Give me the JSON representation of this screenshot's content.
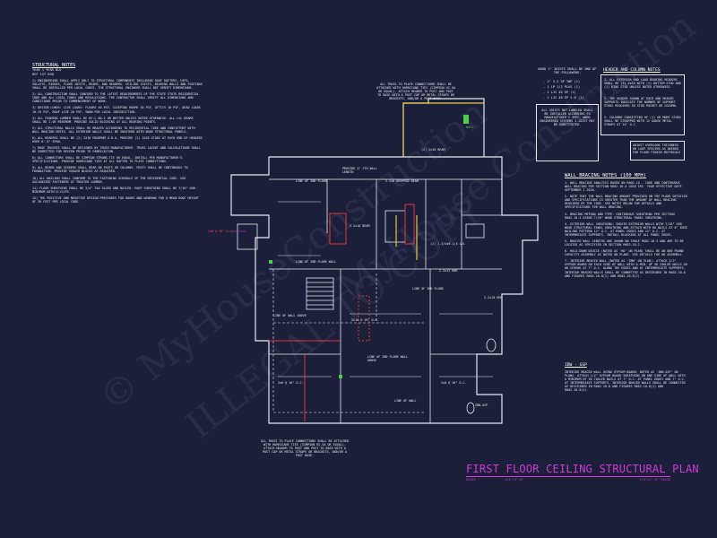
{
  "structural_notes": {
    "title": "STRUCTURAL NOTES",
    "subtitle1": "YEAR 1 YEAR BLD",
    "subtitle2": "REF 1ST DSN",
    "paragraphs": [
      "1) ENGINEERING SHALL APPLY ONLY TO STRUCTURAL COMPONENTS INCLUDING ROOF RAFTERS, HIPS, VALLEYS, RIDGES, FLOOR JOISTS, BEAMS, AND HEADERS. CEILING JOISTS, BEARING WALLS AND FOOTINGS SHALL BE INSTALLED PER LOCAL CODES. THE STRUCTURAL ENGINEER SHALL NOT VERIFY DIMENSIONS.",
      "2) ALL CONSTRUCTION SHALL CONFORM TO THE LATEST REQUIREMENTS OF THE STATE STATE RESIDENTIAL CODE AND ALL LOCAL CODES AND REGULATIONS. THE CONTRACTOR SHALL VERIFY ALL DIMENSIONS AND CONDITIONS PRIOR TO COMMENCEMENT OF WORK.",
      "3) DESIGN LOADS: LIVE LOADS: FLOORS 40 PSF, SLEEPING ROOMS 30 PSF, ATTICS 10 PSF, DEAD LOADS 10-15 PSF, ROOF LIVE 20 PSF, SNOW PER LOCAL JURISDICTION.",
      "4) ALL FRAMING LUMBER SHALL BE DF-L NO.2 OR BETTER UNLESS NOTED OTHERWISE. ALL LVL BEAMS SHALL BE 2.0E MINIMUM. PROVIDE SOLID BLOCKING AT ALL BEARING POINTS.",
      "5) ALL STRUCTURAL WALLS SHALL BE BRACED ACCORDING TO RESIDENTIAL CODE AND CONSISTENT WITH WALL BRACING NOTES. ALL EXTERIOR WALLS SHALL BE SHEATHED WITH WOOD STRUCTURAL PANELS.",
      "6) ALL HEADERS SHALL BE (2) 2X10 MINIMUM U.N.O. PROVIDE (2) JACK STUDS AT EACH END OF HEADERS OVER 6'-0\" SPAN.",
      "7) ROOF TRUSSES SHALL BE DESIGNED BY TRUSS MANUFACTURER. TRUSS LAYOUT AND CALCULATIONS SHALL BE SUBMITTED FOR REVIEW PRIOR TO FABRICATION.",
      "8) ALL CONNECTORS SHALL BE SIMPSON STRONG-TIE OR EQUAL. INSTALL PER MANUFACTURER'S SPECIFICATIONS. PROVIDE HURRICANE TIES AT ALL RAFTER TO PLATE CONNECTIONS.",
      "9) ALL BEAMS AND GIRDERS SHALL BEAR ON POSTS OR COLUMNS. POSTS SHALL BE CONTINUOUS TO FOUNDATION. PROVIDE SQUASH BLOCKS AS REQUIRED.",
      "10) ALL NAILING SHALL CONFORM TO THE FASTENING SCHEDULE OF THE RESIDENTIAL CODE. USE GALVANIZED FASTENERS AT TREATED LUMBER.",
      "11) FLOOR SHEATHING SHALL BE 3/4\" T&G GLUED AND NAILED. ROOF SHEATHING SHALL BE 7/16\" OSB MINIMUM WITH H-CLIPS.",
      "12) THE POSITIVE AND NEGATIVE DESIGN PRESSURES FOR DOORS AND WINDOWS FOR A MEAN ROOF HEIGHT OF 30 FEET PER LOCAL CODE."
    ]
  },
  "lintel_notes": {
    "title": "WOOD 1\" JOISTS SHALL BE ONE OF THE FOLLOWING:",
    "lines": [
      "- 1\" 2-2 3P TWP (1)",
      "- 1 LP 1/2 PLUS (1)",
      "- 1 LJI 40 EP (1)",
      "- 1 LJI 40 EP 2.8 (1)"
    ],
    "box_text": "ALL JOISTS NOT LABELED SHALL BE INSTALLED ACCORDING TO MANUFACTURER'S SPEC. WOOD ENGINEERED SYSTEMS I-JOIST MAY BE SUBSTITUTED."
  },
  "header_notes": {
    "title": "HEADER AND COLUMN NOTES",
    "lines": [
      "1. ALL EXTERIOR AND LOAD BEARING HEADERS SHALL BE (3) 2x10 WITH (1) BOTTOM STUD AND (1) KING STUD UNLESS NOTED OTHERWISE.",
      "2. THE HEADER SHOWN AT EACH AND HEADER SUPPORTS INDICATE THE NUMBER OF SUPPORT STUDS REQUIRED IN STUD POCKET OR COLUMN.",
      "3. COLUMNS CONSISTING OF (1) OR MORE STUDS SHALL BE STRAPPED WITH 12 GAUGE METAL STRAPS AT 24\" O.C."
    ]
  },
  "adjust_note": "ADJUST OVERLOOK THICKNESS OR LOOP SPACING AS NEEDED FOR FLOOR FINISH MATERIALS",
  "wall_bracing": {
    "title": "WALL BRACING NOTES (100 MPH)",
    "lines": [
      "1. WALL BRACING ANALYSIS BASED ON R602.10 - CODE AND CONTINUOUS WALL BRACING PER SECTION R602.10.4 2018 IRC. YEAR EFFECTIVE DATE SEPTEMBER 1 2020.",
      "2. NOTE THAT THE WALL BRACING AMOUNT PROVIDED ON THE PLANS DETAILED AND SPECIFICATIONS IS GREATER THAN THE AMOUNT OF WALL BRACING REQUIRED BY THE CODE. SEE NOTES BELOW FOR DETAILS AND SPECIFICATIONS FOR WALL BRACING.",
      "3. BRACING METHOD AND TYPE: CONTINUOUS SHEATHING PER SECTION R602.10.4 USING 7/16\" WOOD STRUCTURAL PANEL SHEATHING.",
      "4. EXTERIOR WALL SHEATHING: SHEATH EXTERIOR WALLS WITH 7/16\" OSB WOOD STRUCTURAL PANEL SHEATHING AND ATTACH WITH 8d NAILS AT 6\" EDGE NAILING PATTERN 12\" O.C. AT PANEL EDGES AND 12\" O.C. AT INTERMEDIATE SUPPORTS. INSTALL BLOCKING AT ALL PANEL EDGES.",
      "5. BRACED WALL LENGTHS ARE SHOWN ON TABLE R602.10.3 AND ARE TO BE LOCATED AS SPECIFIED IN SECTION R602.10.2.",
      "6. HOLD-DOWN DEVICE (NOTED AS 'HD' ON PLAN) SHALL BE AN 800 POUND CAPACITY ASSEMBLY AS NOTED ON PLANS. SEE DETAILS FOR HD ASSEMBLY.",
      "7. INTERIOR BRACED WALL (NOTED AS 'IBW' ON PLAN): ATTACH 1/2\" GYPSUM BOARD ON EACH SIDE OF WALL WITH A MIN. OF 5D COOLER NAILS OR #6 SCREWS AT 7\" O.C. ALONG THE EDGES AND AT INTERMEDIATE SUPPORTS. INTERIOR BRACED WALLS SHALL BE CONNECTED AS DESCRIBED IN R602.10.8 AND FIGURES R602.10.8(1) AND R602.10.8(2)."
    ],
    "ibw_title": "IBW - GSP",
    "ibw_text": "INTERIOR BRACED WALL USING GYPSUM BOARD: NOTED AS 'IBW-GSP' ON PLANS. ATTACH 1/2\" GYPSUM BOARD SHEATHING ON ONE SIDE OF WALL WITH A MINIMUM OF 5D COOLER NAILS AT 7\" O.C. AT PANEL EDGES AND 7\" O.C. AT INTERMEDIATE SUPPORTS. INTERIOR BRACED WALLS SHALL BE CONNECTED AS DESCRIBED IN R602.10.8 AND FIGURES R602.10.8(1) AND R602.10.8(2)."
  },
  "plan_notes": {
    "top": "ALL TRUSS TO PLATE CONNECTIONS SHALL BE ATTACHED WITH HURRICANE TIES (SIMPSON H2.5A OR EQUAL). ATTACH HEADER TO POST AND POST TO BASE WITH A POST CAP OR METAL STRAPS OR BRACKETS, AND/OR A POST BASE.",
    "bottom": "ALL TRUSS TO PLATE CONNECTIONS SHALL BE ATTACHED WITH HURRICANE TIES (SIMPSON H2.5A OR EQUAL). ATTACH HEADER TO POST AND POST TO BASE WITH A POST CAP OR METAL STRAPS OR BRACKETS, AND/OR A POST BASE.",
    "labels": [
      {
        "text": "2x6 @ 16\" O.C.",
        "color": "#ff4040"
      },
      {
        "text": "LINE OF 2ND FLOOR",
        "color": "#e8e8f0"
      },
      {
        "text": "PROVIDE 4\" FTH WALL LENGTH",
        "color": "#e8e8f0"
      },
      {
        "text": "2-2x6 DROPPED BEAM",
        "color": "#e8e8f0"
      },
      {
        "text": "(2) 1-3/4x9-1/4 LVL",
        "color": "#e8e8f0"
      },
      {
        "text": "LINE OF 2ND FLOOR WALL",
        "color": "#e8e8f0"
      },
      {
        "text": "LINE OF 2ND FLOOR WALL ABOVE",
        "color": "#e8e8f0"
      },
      {
        "text": "2x10 @ 16\" O.C.",
        "color": "#e8e8f0"
      },
      {
        "text": "2x6 @ 16\" O.C.",
        "color": "#e8e8f0"
      },
      {
        "text": "2-2x12 HDR",
        "color": "#e8e8f0"
      },
      {
        "text": "2x8 @ 16\" O.C.",
        "color": "#e8e8f0"
      },
      {
        "text": "LINE OF 2ND FLOOR",
        "color": "#e8e8f0"
      },
      {
        "text": "LINE OF WALL ABOVE",
        "color": "#e8e8f0"
      },
      {
        "text": "LINE OF WALL",
        "color": "#e8e8f0"
      },
      {
        "text": "2-2x10 HDR",
        "color": "#e8e8f0"
      },
      {
        "text": "IBW-GSP",
        "color": "#e8e8f0"
      }
    ],
    "wall_label": "WALL",
    "beam_note": "2-2x10 BEAM",
    "garage_label": "(2) 2x10 BEAM"
  },
  "title": "FIRST FLOOR CEILING STRUCTURAL PLAN",
  "scale_left": "SCALE",
  "scale_mid": "1/4\"=1'-0\"",
  "scale_right": "1/4\"=1'-0\"  24x36",
  "watermarks": [
    "© MyHouseConstruction",
    "ILLEGAL TO COPY",
    "MyHouse Construction"
  ],
  "colors": {
    "background": "#1b1f3a",
    "lines": "#e8e8f0",
    "accent": "#d23ad6",
    "highlight": "#e6c84a",
    "red": "#e03a3a",
    "green": "#4ad04a"
  }
}
